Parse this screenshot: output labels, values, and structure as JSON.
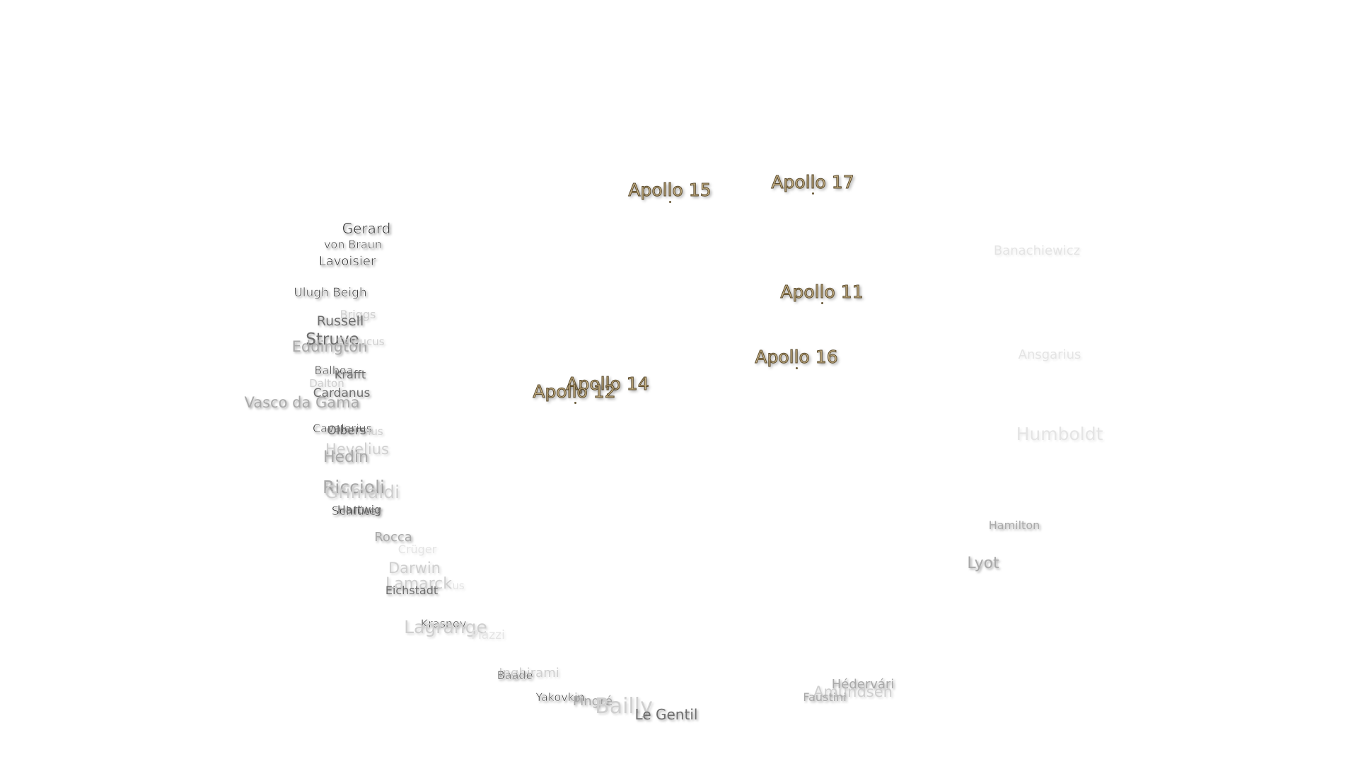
{
  "apollo_sites": [
    {
      "id": "a15",
      "label": "Apollo 15"
    },
    {
      "id": "a17",
      "label": "Apollo 17"
    },
    {
      "id": "a11",
      "label": "Apollo 11"
    },
    {
      "id": "a16",
      "label": "Apollo 16"
    },
    {
      "id": "a14",
      "label": "Apollo 14"
    },
    {
      "id": "a12",
      "label": "Apollo 12"
    }
  ],
  "craters": [
    {
      "id": "gerard",
      "label": "Gerard"
    },
    {
      "id": "von-braun",
      "label": "von Braun"
    },
    {
      "id": "lavoisier",
      "label": "Lavoisier"
    },
    {
      "id": "ulugh-beigh",
      "label": "Ulugh Beigh"
    },
    {
      "id": "briggs",
      "label": "Briggs"
    },
    {
      "id": "russell",
      "label": "Russell"
    },
    {
      "id": "struve",
      "label": "Struve"
    },
    {
      "id": "eddington",
      "label": "Eddington"
    },
    {
      "id": "seleucus",
      "label": "Seleucus"
    },
    {
      "id": "balboa",
      "label": "Balboa"
    },
    {
      "id": "krafft",
      "label": "Krafft"
    },
    {
      "id": "dalton",
      "label": "Dalton"
    },
    {
      "id": "cardanus",
      "label": "Cardanus"
    },
    {
      "id": "vasco-da-gama",
      "label": "Vasco da Gama"
    },
    {
      "id": "cavalerius",
      "label": "Cavalerius"
    },
    {
      "id": "olbers",
      "label": "Olbers"
    },
    {
      "id": "hevelius",
      "label": "Hevelius"
    },
    {
      "id": "hedin",
      "label": "Hedin"
    },
    {
      "id": "riccioli",
      "label": "Riccioli"
    },
    {
      "id": "grimaldi",
      "label": "Grimaldi"
    },
    {
      "id": "schluter",
      "label": "Schlüter"
    },
    {
      "id": "hartwig",
      "label": "Hartwig"
    },
    {
      "id": "rocca",
      "label": "Rocca"
    },
    {
      "id": "cruger",
      "label": "Crüger"
    },
    {
      "id": "darwin",
      "label": "Darwin"
    },
    {
      "id": "lamarck",
      "label": "Lamarck"
    },
    {
      "id": "eichstadt",
      "label": "Eichstadt"
    },
    {
      "id": "krasnov",
      "label": "Krasnov"
    },
    {
      "id": "lagrange",
      "label": "Lagrange"
    },
    {
      "id": "piazzi",
      "label": "Piazzi"
    },
    {
      "id": "baade",
      "label": "Baade"
    },
    {
      "id": "yakovkin",
      "label": "Yakovkin"
    },
    {
      "id": "pingre",
      "label": "Pingré"
    },
    {
      "id": "bailly",
      "label": "Bailly"
    },
    {
      "id": "le-gentil",
      "label": "Le Gentil"
    },
    {
      "id": "hedervari",
      "label": "Hédervári"
    },
    {
      "id": "amundsen",
      "label": "Amundsen"
    },
    {
      "id": "faustini",
      "label": "Faustini"
    },
    {
      "id": "banachiewicz",
      "label": "Banachiewicz"
    },
    {
      "id": "ansgarius",
      "label": "Ansgarius"
    },
    {
      "id": "humboldt",
      "label": "Humboldt"
    },
    {
      "id": "hamilton",
      "label": "Hamilton"
    },
    {
      "id": "lyot",
      "label": "Lyot"
    }
  ]
}
